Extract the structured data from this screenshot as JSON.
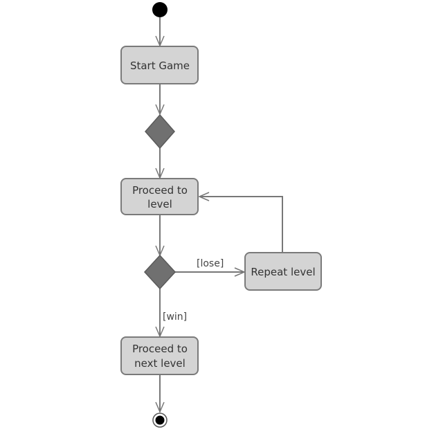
{
  "diagram": {
    "title": "Game level activity diagram",
    "nodes": {
      "start_game": "Start Game",
      "proceed_level_1": "Proceed to",
      "proceed_level_2": "level",
      "repeat_level": "Repeat level",
      "next_level_1": "Proceed to",
      "next_level_2": "next level"
    },
    "guards": {
      "lose": "[lose]",
      "win": "[win]"
    },
    "colors": {
      "action_fill": "#d4d4d4",
      "decision_fill": "#707070",
      "edge": "#777777"
    }
  }
}
